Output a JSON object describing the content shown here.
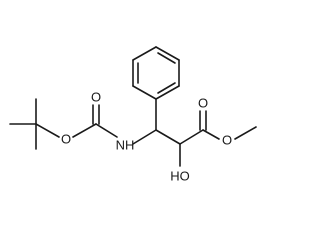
{
  "molecule": {
    "atoms": {
      "o_carbamate_ether": "O",
      "o_carbamate_carbonyl": "O",
      "nh": "NH",
      "o_ester_carbonyl": "O",
      "o_ester_methyl": "O",
      "oh": "HO"
    }
  }
}
